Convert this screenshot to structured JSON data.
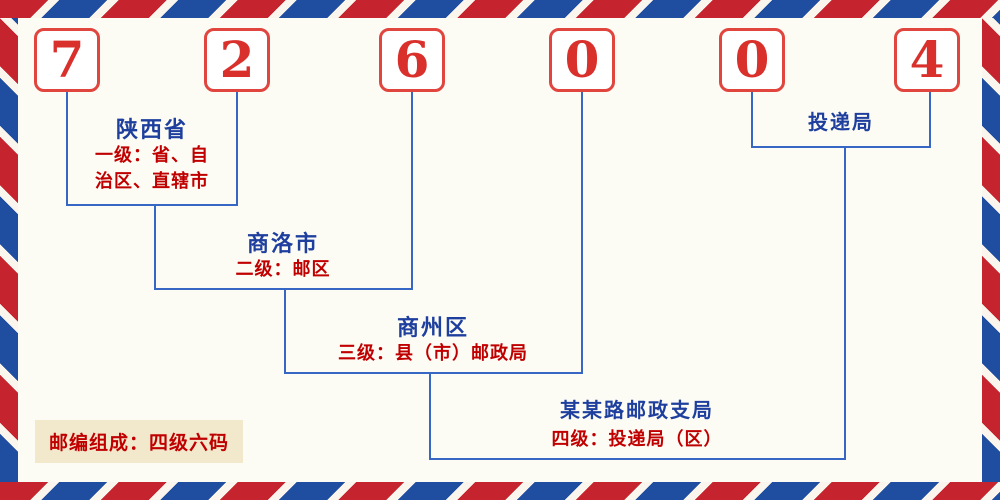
{
  "code": {
    "digits": [
      "7",
      "2",
      "6",
      "0",
      "0",
      "4"
    ]
  },
  "labels": {
    "level1": {
      "name": "陕西省",
      "desc1": "一级：省、自",
      "desc2": "治区、直辖市"
    },
    "level2": {
      "name": "商洛市",
      "desc": "二级：邮区"
    },
    "level3": {
      "name": "商州区",
      "desc": "三级：县（市）邮政局"
    },
    "level4": {
      "name": "某某路邮政支局",
      "desc": "四级：投递局（区）"
    },
    "delivery": "投递局",
    "badge": "邮编组成：四级六码"
  },
  "colors": {
    "digit": "#d9302c",
    "heading": "#1e3f9e",
    "desc": "#c00000",
    "line": "#3667c5",
    "box_border": "#e0453e",
    "airmail_red": "#c5232e",
    "airmail_blue": "#1f4d9f",
    "badge_bg": "#f2e9cd"
  }
}
